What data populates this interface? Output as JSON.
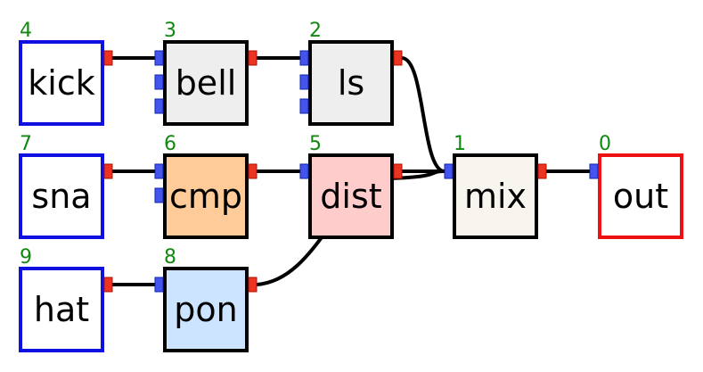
{
  "colors": {
    "input_border": "#1010e0",
    "output_border": "#ee1111",
    "node_border": "#000000",
    "outlet": "#ee3322",
    "inlet": "#4455ee",
    "index_text": "#118811",
    "wire": "#000000"
  },
  "nodes": [
    {
      "id": "kick",
      "index": "4",
      "label": "kick",
      "kind": "input",
      "fill": "#ffffff",
      "inlets": 0
    },
    {
      "id": "bell",
      "index": "3",
      "label": "bell",
      "kind": "effect",
      "fill": "#eeeeee",
      "inlets": 3
    },
    {
      "id": "ls",
      "index": "2",
      "label": "ls",
      "kind": "effect",
      "fill": "#eeeeee",
      "inlets": 3
    },
    {
      "id": "sna",
      "index": "7",
      "label": "sna",
      "kind": "input",
      "fill": "#ffffff",
      "inlets": 0
    },
    {
      "id": "cmp",
      "index": "6",
      "label": "cmp",
      "kind": "effect",
      "fill": "#ffcc99",
      "inlets": 2
    },
    {
      "id": "dist",
      "index": "5",
      "label": "dist",
      "kind": "effect",
      "fill": "#ffcccc",
      "inlets": 1
    },
    {
      "id": "hat",
      "index": "9",
      "label": "hat",
      "kind": "input",
      "fill": "#ffffff",
      "inlets": 0
    },
    {
      "id": "pon",
      "index": "8",
      "label": "pon",
      "kind": "effect",
      "fill": "#cce4ff",
      "inlets": 1
    },
    {
      "id": "mix",
      "index": "1",
      "label": "mix",
      "kind": "mixer",
      "fill": "#f8f5ee",
      "inlets": 1
    },
    {
      "id": "out",
      "index": "0",
      "label": "out",
      "kind": "output",
      "fill": "#ffffff",
      "inlets": 1
    }
  ],
  "edges": [
    {
      "from": "kick",
      "to": "bell"
    },
    {
      "from": "bell",
      "to": "ls"
    },
    {
      "from": "ls",
      "to": "mix"
    },
    {
      "from": "sna",
      "to": "cmp"
    },
    {
      "from": "cmp",
      "to": "dist"
    },
    {
      "from": "dist",
      "to": "mix"
    },
    {
      "from": "hat",
      "to": "pon"
    },
    {
      "from": "pon",
      "to": "mix"
    },
    {
      "from": "mix",
      "to": "out"
    }
  ]
}
